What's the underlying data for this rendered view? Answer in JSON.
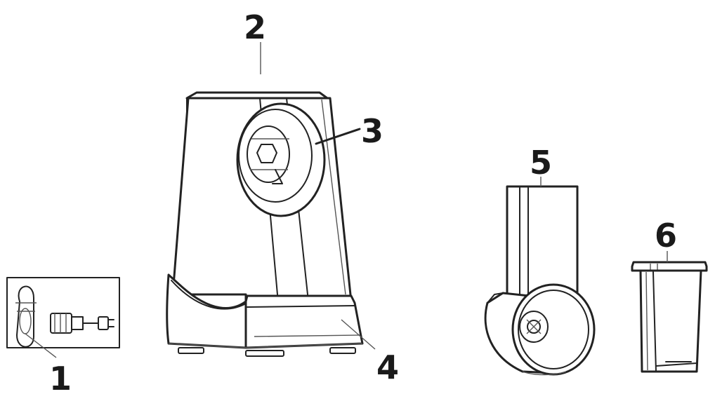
{
  "labels": {
    "l1": "1",
    "l2": "2",
    "l3": "3",
    "l4": "4",
    "l5": "5",
    "l6": "6"
  },
  "parts": [
    {
      "number": "1",
      "icon": "power-cord-icon"
    },
    {
      "number": "2",
      "icon": "motor-body-icon"
    },
    {
      "number": "3",
      "icon": "drive-socket-icon"
    },
    {
      "number": "4",
      "icon": "base-icon"
    },
    {
      "number": "5",
      "icon": "grater-drum-housing-icon"
    },
    {
      "number": "6",
      "icon": "food-pusher-icon"
    }
  ],
  "colors": {
    "line": "#222222",
    "background": "#ffffff"
  }
}
